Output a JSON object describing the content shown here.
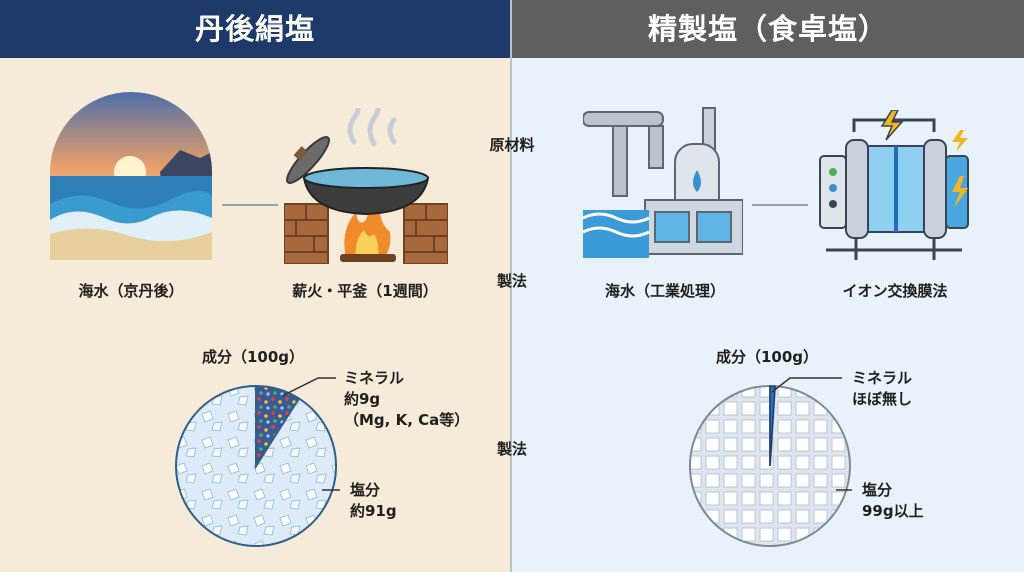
{
  "left": {
    "title": "丹後絹塩",
    "raw_label": "海水（京丹後）",
    "method_label": "薪火・平釜（1週間）",
    "composition_title": "成分（100g）",
    "mineral_lines": [
      "ミネラル",
      "約9g",
      "（Mg, K, Ca等）"
    ],
    "salt_lines": [
      "塩分",
      "約91g"
    ],
    "mineral_fraction": 0.09
  },
  "right": {
    "title": "精製塩（食卓塩）",
    "raw_label": "海水（工業処理）",
    "method_label": "イオン交換膜法",
    "composition_title": "成分（100g）",
    "mineral_lines": [
      "ミネラル",
      "ほぼ無し"
    ],
    "salt_lines": [
      "塩分",
      "99g以上"
    ],
    "mineral_fraction": 0.01
  },
  "middle": {
    "raw_material": "原材料",
    "method": "製法",
    "method_repeat": "製法"
  },
  "colors": {
    "left_header": "#1d3a6b",
    "right_header": "#5f5f5f",
    "left_bg": "#f6ebd9",
    "right_bg": "#e8f2fa"
  },
  "icons": [
    "sunset-sea-icon",
    "cooking-pot-fire-icon",
    "factory-pipes-icon",
    "ion-exchange-membrane-icon"
  ]
}
